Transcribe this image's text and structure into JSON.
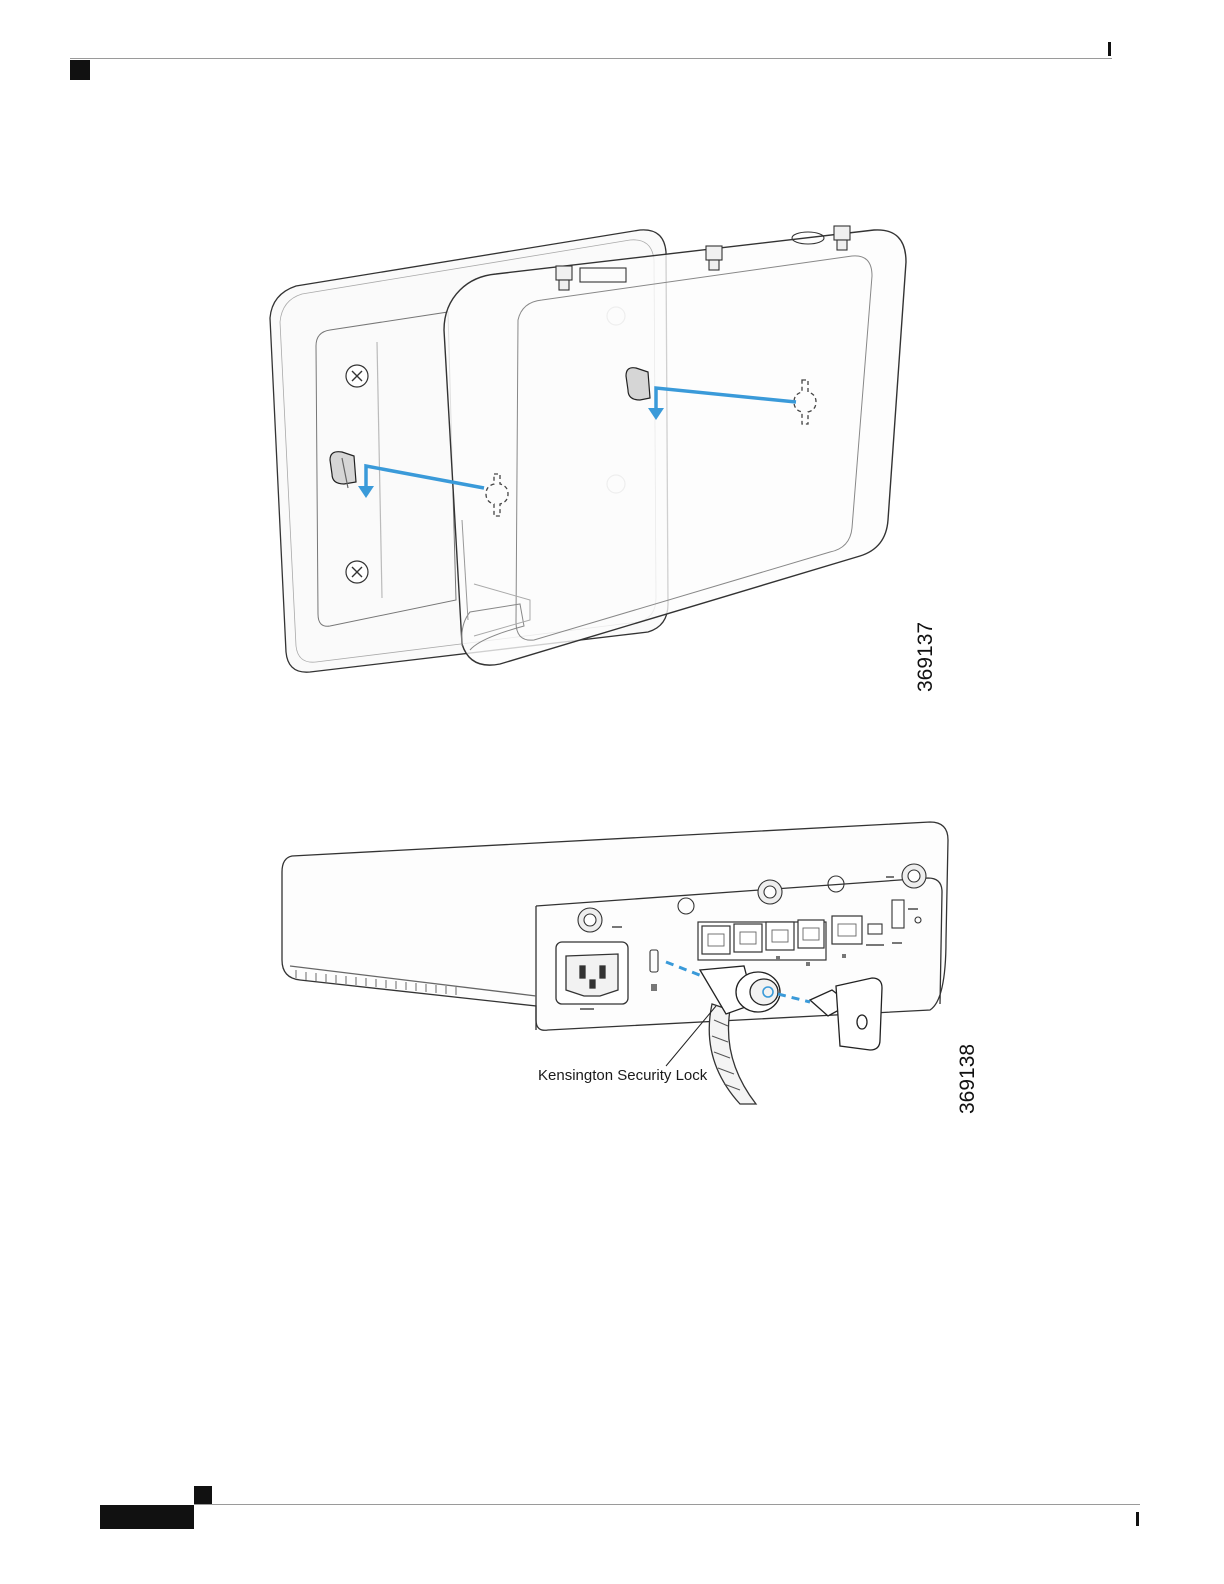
{
  "figures": [
    {
      "figure_id": "369137"
    },
    {
      "figure_id": "369138",
      "callout_label": "Kensington Security Lock"
    }
  ]
}
